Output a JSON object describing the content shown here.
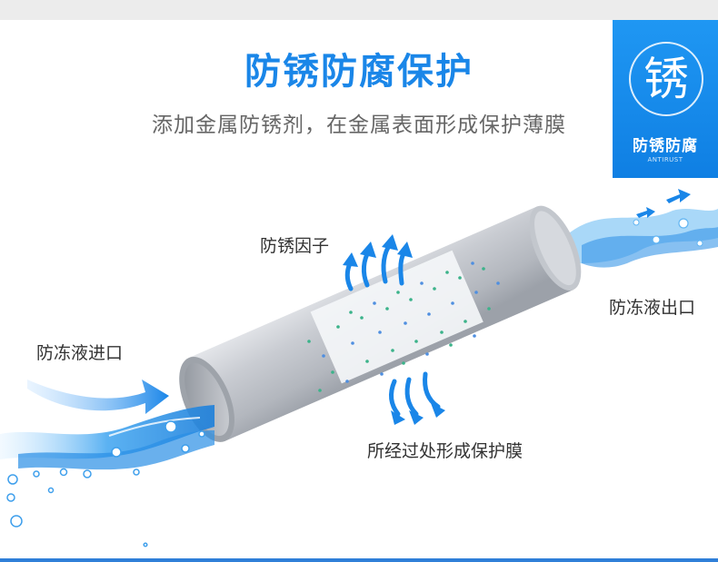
{
  "header": {
    "title": "防锈防腐保护",
    "subtitle": "添加金属防锈剂，在金属表面形成保护薄膜"
  },
  "badge": {
    "glyph": "锈",
    "title": "防锈防腐",
    "subtitle": "ANTIRUST",
    "color": "#1a8ff0"
  },
  "labels": {
    "factor": "防锈因子",
    "inlet": "防冻液进口",
    "outlet": "防冻液出口",
    "film": "所经过处形成保护膜"
  },
  "colors": {
    "accent": "#1a86e8",
    "text": "#333333",
    "subtext": "#666666"
  },
  "icons": [
    "pipe-illustration",
    "water-splash-icon",
    "arrow-icon",
    "bubble-icon"
  ]
}
